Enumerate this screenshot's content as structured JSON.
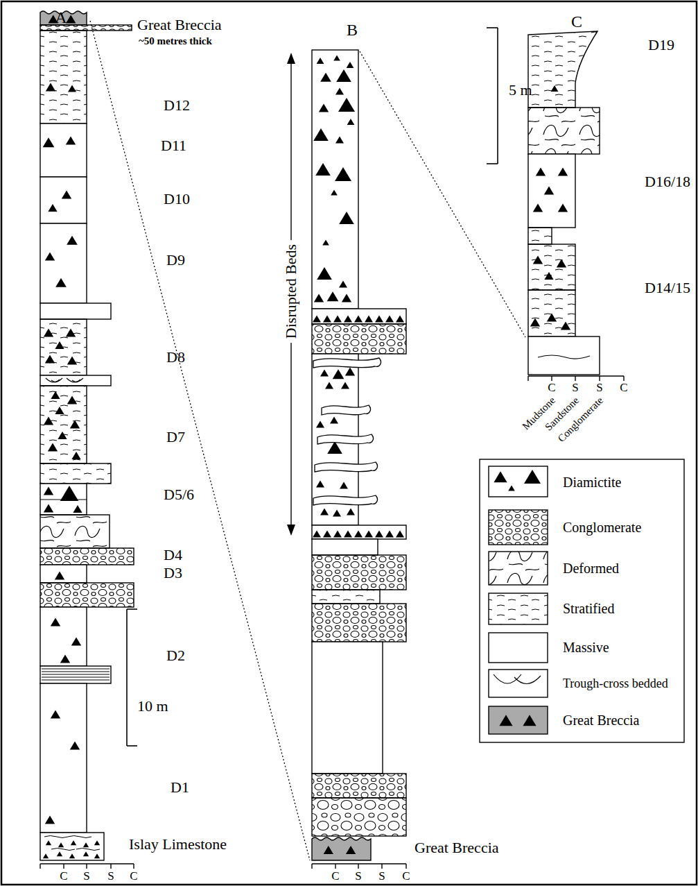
{
  "diagram": {
    "labels": [
      "A",
      "B",
      "C",
      "Great Breccia",
      "~50 metres thick",
      "D12",
      "D11",
      "D10",
      "D9",
      "D8",
      "D7",
      "D5/6",
      "D4",
      "D3",
      "D2",
      "10 m",
      "D1",
      "Islay Limestone",
      "Disrupted Beds",
      "Great Breccia",
      "5 m",
      "D19",
      "D16/18",
      "D14/15",
      "C",
      "S",
      "S",
      "C",
      "C",
      "S",
      "S",
      "C",
      "C",
      "S",
      "S",
      "C",
      "Mudstone",
      "Sandstone",
      "Conglomerate"
    ],
    "legend": [
      {
        "text": "Diamictite"
      },
      {
        "text": "Conglomerate"
      },
      {
        "text": "Deformed"
      },
      {
        "text": "Stratified"
      },
      {
        "text": "Massive"
      },
      {
        "text": "Trough-cross bedded"
      },
      {
        "text": "Great Breccia"
      }
    ]
  }
}
